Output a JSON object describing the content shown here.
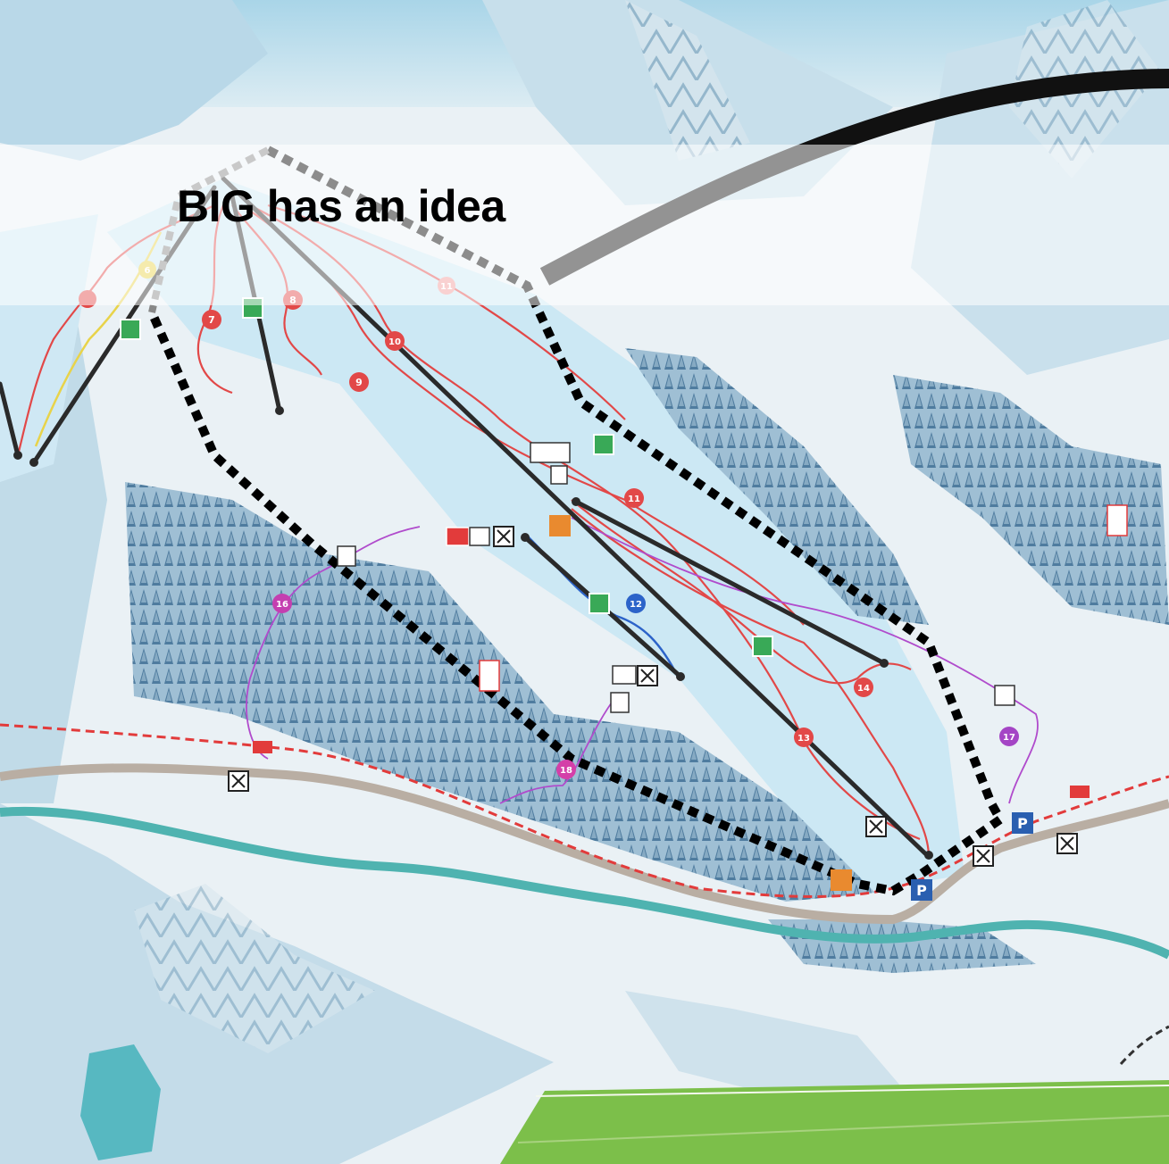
{
  "slide": {
    "title": "BIG has an idea"
  },
  "map": {
    "kind": "illustrated ski resort trail map",
    "colors": {
      "snow": "#eef3f6",
      "ice_blue": "#bfe3f3",
      "forest": "#6f97b3",
      "river": "#4fb3b0",
      "road": "#b9aea3",
      "railway": "#e23b3b",
      "red_run": "#e24848",
      "blue_run": "#2c63c9",
      "purple_route": "#a445c5",
      "yellow_route": "#e8d34a",
      "lift": "#2a2a2a",
      "outline": "#000000",
      "green_band": "#7cbf4a"
    },
    "run_numbers": [
      "6",
      "7",
      "8",
      "9",
      "10",
      "11",
      "11",
      "12",
      "13",
      "14",
      "16",
      "17",
      "18"
    ],
    "icons": [
      "lift-station-icon",
      "restaurant-icon",
      "parking-icon",
      "sos-icon",
      "information-icon",
      "funpark-icon",
      "toboggan-icon"
    ],
    "parking_labels": [
      "P",
      "P"
    ]
  }
}
